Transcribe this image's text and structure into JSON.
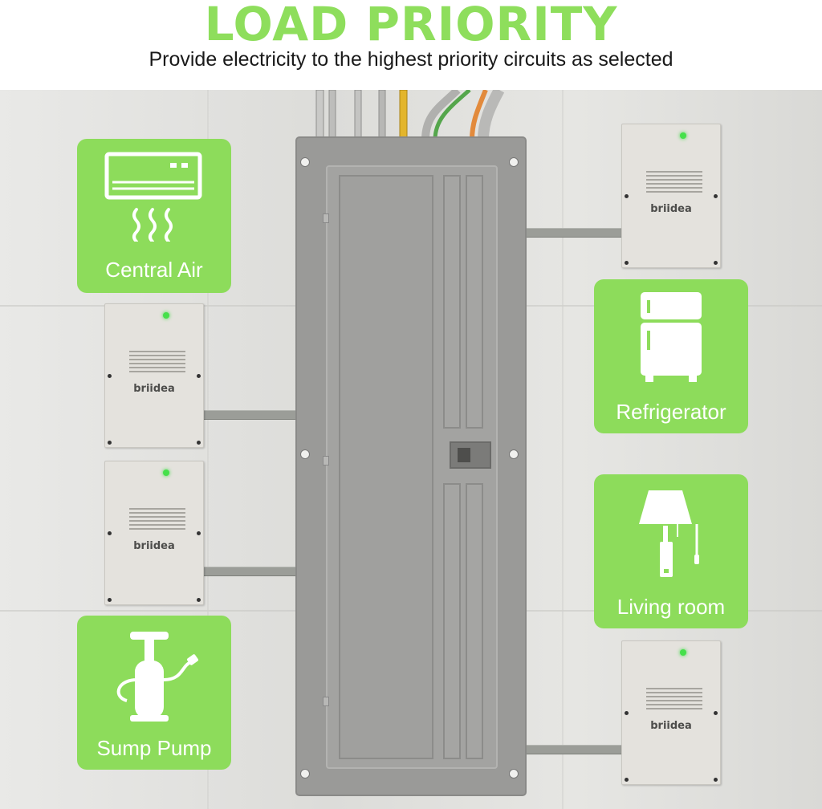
{
  "header": {
    "title": "LOAD PRIORITY",
    "subtitle": "Provide electricity to the highest priority circuits as selected"
  },
  "cards": {
    "central_air": {
      "label": "Central Air",
      "icon": "air-conditioner-icon"
    },
    "refrigerator": {
      "label": "Refrigerator",
      "icon": "refrigerator-icon"
    },
    "living_room": {
      "label": "Living room",
      "icon": "lamp-icon"
    },
    "sump_pump": {
      "label": "Sump Pump",
      "icon": "pump-icon"
    }
  },
  "devices": {
    "brand": "briidea"
  },
  "colors": {
    "accent": "#8ddc5b",
    "led": "#45e04a",
    "panel": "#9a9a98"
  }
}
